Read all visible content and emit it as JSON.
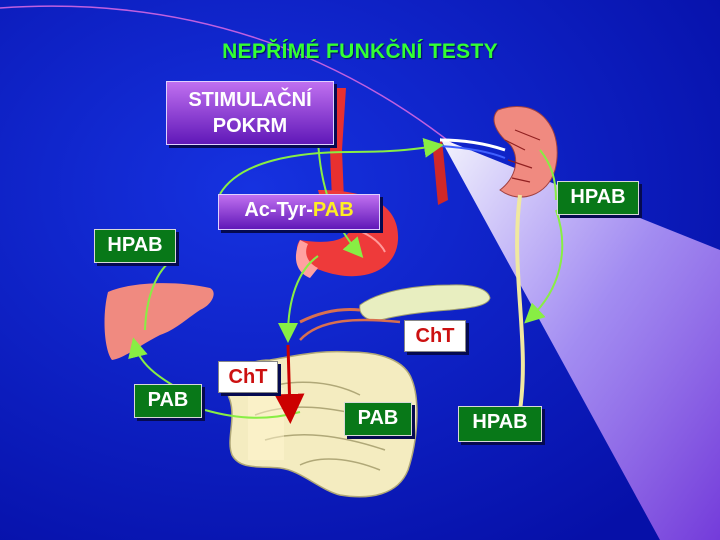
{
  "title": "NEPŘÍMÉ FUNKČNÍ TESTY",
  "labels": {
    "stimulacni_pokrm": "STIMULAČNÍ POKRM",
    "actyr_prefix": "Ac-Tyr-",
    "actyr_pab": "PAB",
    "hpab_left": "HPAB",
    "hpab_right": "HPAB",
    "hpab_bottom": "HPAB",
    "pab_left": "PAB",
    "pab_center": "PAB",
    "cht_pancreas": "ChT",
    "cht_intestine": "ChT"
  },
  "colors": {
    "background": "#0a18c8",
    "title": "#33ff33",
    "arrow": "#88ee44",
    "urine_path": "#f0e8a0",
    "organ": "#f08a80"
  },
  "icons": [
    "stomach-icon",
    "liver-icon",
    "kidney-icon",
    "pancreas-icon",
    "intestine-icon",
    "esophagus-icon"
  ]
}
